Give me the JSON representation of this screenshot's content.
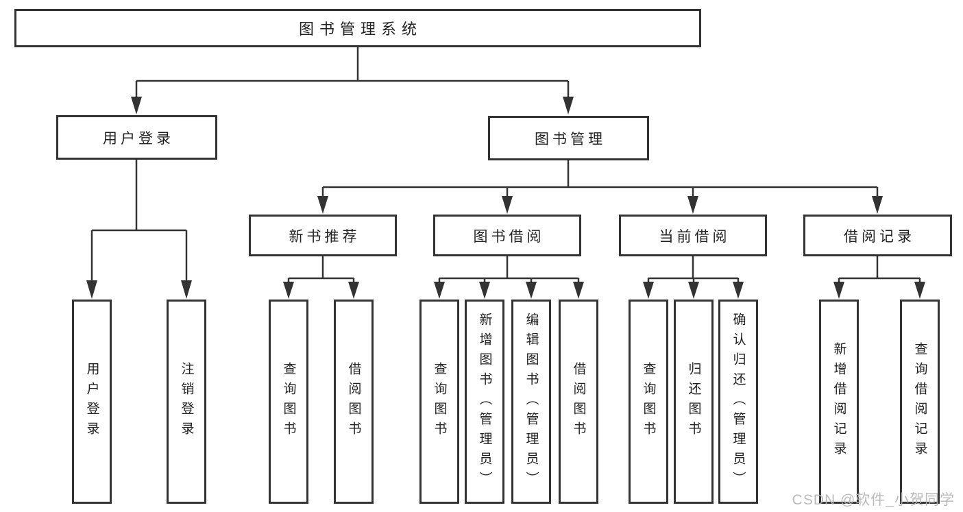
{
  "tree": {
    "root": {
      "label": "图书管理系统",
      "children": [
        {
          "label": "用户登录",
          "children": [
            {
              "label": "用户登录"
            },
            {
              "label": "注销登录"
            }
          ]
        },
        {
          "label": "图书管理",
          "children": [
            {
              "label": "新书推荐",
              "children": [
                {
                  "label": "查询图书"
                },
                {
                  "label": "借阅图书"
                }
              ]
            },
            {
              "label": "图书借阅",
              "children": [
                {
                  "label": "查询图书"
                },
                {
                  "label": "新增图书（管理员）"
                },
                {
                  "label": "编辑图书（管理员）"
                },
                {
                  "label": "借阅图书"
                }
              ]
            },
            {
              "label": "当前借阅",
              "children": [
                {
                  "label": "查询图书"
                },
                {
                  "label": "归还图书"
                },
                {
                  "label": "确认归还（管理员）"
                }
              ]
            },
            {
              "label": "借阅记录",
              "children": [
                {
                  "label": "新增借阅记录"
                },
                {
                  "label": "查询借阅记录"
                }
              ]
            }
          ]
        }
      ]
    }
  },
  "watermark": {
    "text": "CSDN @软件_小贺同学"
  },
  "colors": {
    "line": "#333333",
    "box_border": "#333333",
    "box_background": "#ffffff",
    "text": "#222222",
    "watermark": "#b3b3b3",
    "page_background": "#ffffff"
  }
}
